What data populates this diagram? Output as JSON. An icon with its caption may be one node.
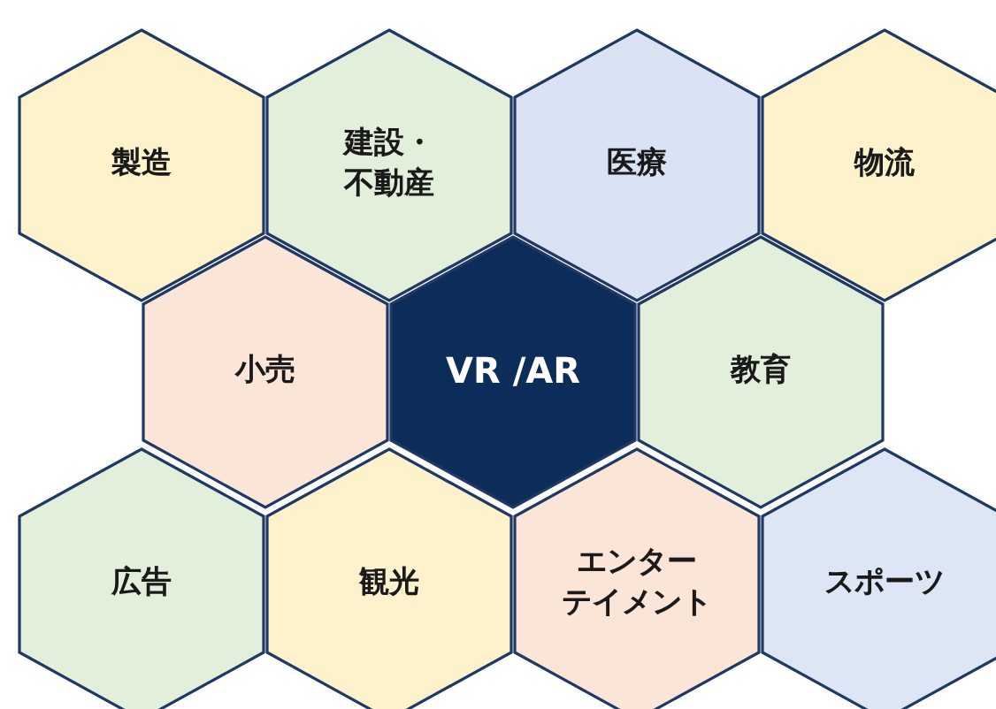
{
  "diagram": {
    "nodes": [
      {
        "text": [
          "製造"
        ]
      },
      {
        "text": [
          "建設・不動産"
        ]
      },
      {
        "text": [
          "医療"
        ]
      },
      {
        "text": [
          "物流"
        ]
      },
      {
        "text": [
          "小売"
        ]
      },
      {
        "text": [
          "VR /AR"
        ]
      },
      {
        "text": [
          "教育"
        ]
      },
      {
        "text": [
          "広告"
        ]
      },
      {
        "text": [
          "観光"
        ]
      },
      {
        "text": [
          "エンターテイメント"
        ]
      },
      {
        "text": [
          "スポーツ"
        ]
      }
    ]
  }
}
